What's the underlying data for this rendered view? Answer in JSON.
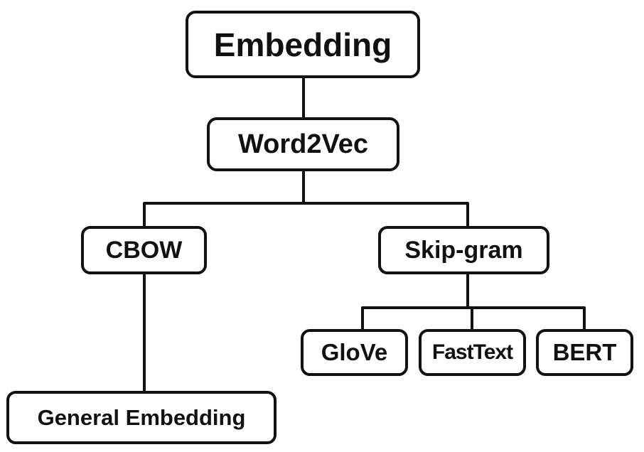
{
  "diagram": {
    "nodes": {
      "embedding": "Embedding",
      "word2vec": "Word2Vec",
      "cbow": "CBOW",
      "skip_gram": "Skip-gram",
      "glove": "GloVe",
      "fasttext": "FastText",
      "bert": "BERT",
      "general_embedding": "General Embedding"
    },
    "edges": [
      [
        "embedding",
        "word2vec"
      ],
      [
        "word2vec",
        "cbow"
      ],
      [
        "word2vec",
        "skip_gram"
      ],
      [
        "cbow",
        "general_embedding"
      ],
      [
        "skip_gram",
        "glove"
      ],
      [
        "skip_gram",
        "fasttext"
      ],
      [
        "skip_gram",
        "bert"
      ]
    ],
    "colors": {
      "stroke": "#111111",
      "background": "#ffffff",
      "text": "#111111"
    }
  }
}
